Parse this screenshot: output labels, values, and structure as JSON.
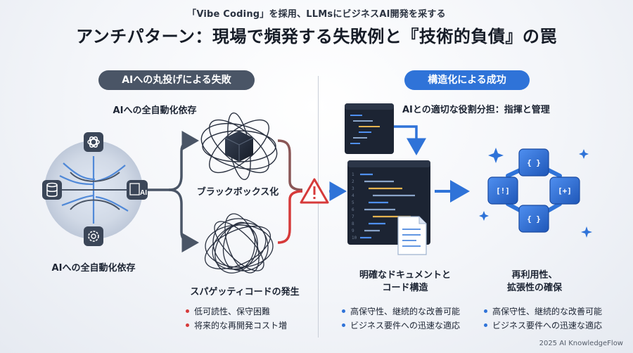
{
  "header": {
    "subtitle": "「Vibe Coding」を採用、LLMsにビジネスAI開発を采する",
    "title": "アンチパターン：現場で頻発する失敗例と『技術的負債』の罠"
  },
  "left": {
    "pill": "AIへの丸投げによる失敗",
    "top_caption": "AIへの全自動化依存",
    "hub_caption": "AIへの全自動化依存",
    "blackbox_caption": "ブラックボックス化",
    "spaghetti_caption": "スパゲッティコードの発生",
    "bullets": [
      "低可読性、保守困難",
      "将来的な再開発コスト増"
    ],
    "bullet_color": "#d63a3a"
  },
  "right": {
    "pill": "構造化による成功",
    "role_caption": "AIとの適切な役割分担：指揮と管理",
    "docs_caption_1": "明確なドキュメントと",
    "docs_caption_2": "コード構造",
    "reuse_caption_1": "再利用性、",
    "reuse_caption_2": "拡張性の確保",
    "bullets_a": [
      "高保守性、継続的な改善可能",
      "ビジネス要件への迅速な適応"
    ],
    "bullets_b": [
      "高保守性、継続的な改善可能",
      "ビジネス要件への迅速な適応"
    ],
    "bullet_color": "#2f73d8",
    "module_labels": [
      "{ }",
      "[!]",
      "[+]",
      "{ }"
    ]
  },
  "icons": {
    "hub_top": "openai-logo-icon",
    "hub_left": "database-icon",
    "hub_right": "ai-document-icon",
    "hub_bottom": "gear-icon",
    "warning": "warning-icon",
    "blackbox": "black-cube-icon",
    "spaghetti": "tangled-lines-icon"
  },
  "colors": {
    "accent_blue": "#2f73d8",
    "dark_slate": "#4a5566",
    "warning_red": "#d63a3a"
  },
  "footer": {
    "credit": "2025 AI KnowledgeFlow"
  }
}
